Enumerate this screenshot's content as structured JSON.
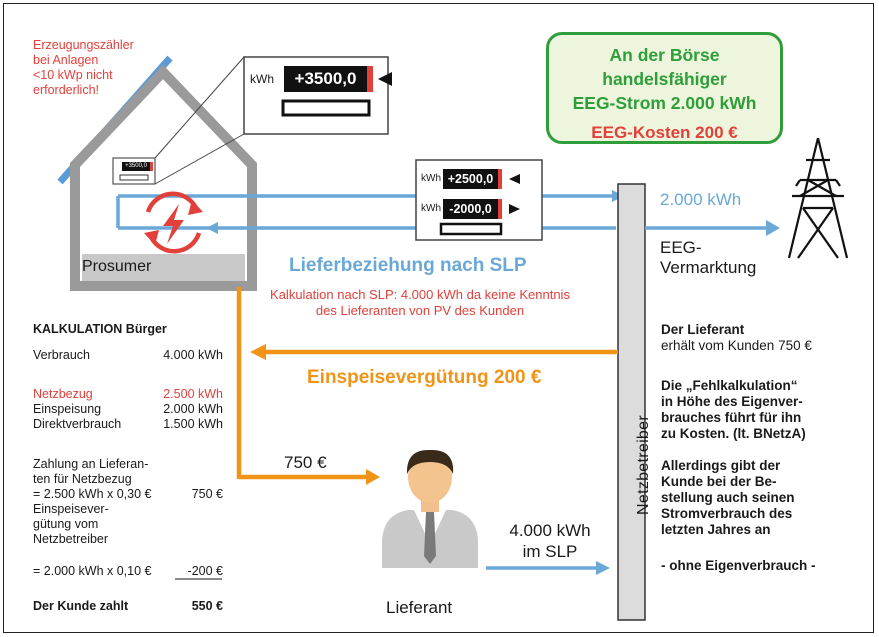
{
  "erzeugung_note": [
    "Erzeugungszähler",
    "bei Anlagen",
    "<10 kWp nicht",
    "erforderlich!"
  ],
  "house": {
    "label": "Prosumer",
    "small_meter": "+3500,0"
  },
  "big_meter": {
    "unit": "kWh",
    "value": "+3500,0"
  },
  "double_meter": {
    "unit": "kWh",
    "top_value": "+2500,0",
    "bottom_value": "-2000,0"
  },
  "eeg_box": {
    "lines": [
      "An der Börse",
      "handelsfähiger",
      "EEG-Strom 2.000 kWh"
    ],
    "cost": "EEG-Kosten 200 €"
  },
  "flow_2000": "2.000 kWh",
  "eeg_vermarktung": [
    "EEG-",
    "Vermarktung"
  ],
  "liefer_slp": "Lieferbeziehung nach SLP",
  "kalkulation_slp": [
    "Kalkulation nach SLP: 4.000 kWh da keine Kenntnis",
    "des Lieferanten von PV des Kunden"
  ],
  "einspeise_label": "Einspeisevergütung 200 €",
  "payment_750": "750 €",
  "slp_4000": [
    "4.000 kWh",
    "im SLP"
  ],
  "lieferant": "Lieferant",
  "netzbetreiber": "Netzbetreiber",
  "calc": {
    "title": "KALKULATION Bürger",
    "verbrauch": {
      "label": "Verbrauch",
      "value": "4.000 kWh"
    },
    "netzbezug": {
      "label": "Netzbezug",
      "value": "2.500 kWh"
    },
    "einspeisung": {
      "label": "Einspeisung",
      "value": "2.000 kWh"
    },
    "direktverbrauch": {
      "label": "Direktverbrauch",
      "value": "1.500 kWh"
    },
    "zahlung_lines": [
      "Zahlung an Lieferan-",
      "ten für Netzbezug"
    ],
    "zahlung_calc": {
      "label": "= 2.500 kWh x 0,30 €",
      "value": "750 €"
    },
    "einspeise_lines": [
      "Einspeisever-",
      "gütung vom",
      "Netzbetreiber"
    ],
    "einspeise_calc": {
      "label": "= 2.000 kWh x 0,10 €",
      "value": "-200 €"
    },
    "total": {
      "label": "Der Kunde zahlt",
      "value": "550 €"
    }
  },
  "right_block": {
    "lieferant_title": "Der Lieferant",
    "lieferant_text": "erhält vom Kunden 750 €",
    "fehl_lines": [
      "Die „Fehlkalkulation“",
      "in Höhe des Eigenver-",
      "brauches führt für ihn",
      "zu Kosten. (lt. BNetzA)"
    ],
    "allerdings_lines": [
      "Allerdings gibt der",
      "Kunde bei der Be-",
      "stellung auch seinen",
      "Stromverbrauch des",
      "letzten Jahres an"
    ],
    "ohne": "- ohne Eigenverbrauch -"
  },
  "colors": {
    "blue": "#6aa8d8",
    "orange": "#ef9417",
    "red": "#e2403a",
    "green": "#2e9e3a"
  }
}
